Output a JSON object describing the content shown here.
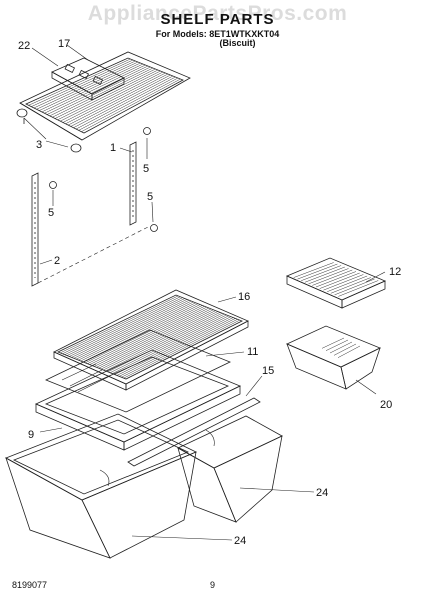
{
  "header": {
    "watermark": "AppliancePartsPros.com",
    "title": "SHELF PARTS",
    "models": "For Models: 8ET1WTKXKT04",
    "variant": "(Biscuit)"
  },
  "footer": {
    "doc_number": "8199077",
    "page_number": "9"
  },
  "callouts": {
    "c22": "22",
    "c17": "17",
    "c3": "3",
    "c1": "1",
    "c5a": "5",
    "c5b": "5",
    "c5c": "5",
    "c2": "2",
    "c12": "12",
    "c16": "16",
    "c11": "11",
    "c15": "15",
    "c20": "20",
    "c9": "9",
    "c24a": "24",
    "c24b": "24"
  }
}
